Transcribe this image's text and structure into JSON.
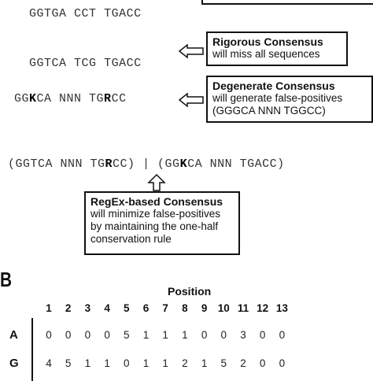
{
  "panel_a": {
    "seq_top": [
      "GGTGA",
      "CCT",
      "TGACC"
    ],
    "seq_rigorous": [
      "GGTCA",
      "TCG",
      "TGACC"
    ],
    "seq_degenerate": [
      {
        "t": "GG"
      },
      {
        "t": "K",
        "b": true
      },
      {
        "t": "CA NNN TG"
      },
      {
        "t": "R",
        "b": true
      },
      {
        "t": "CC"
      }
    ],
    "seq_regex": [
      {
        "t": "(GGTCA NNN TG"
      },
      {
        "t": "R",
        "b": true
      },
      {
        "t": "CC) | (GG"
      },
      {
        "t": "K",
        "b": true
      },
      {
        "t": "CA NNN TGACC)"
      }
    ],
    "rigorous_box": {
      "title": "Rigorous Consensus",
      "line1": "will miss all sequences"
    },
    "degenerate_box": {
      "title": "Degenerate Consensus",
      "line1": "will generate false-positives",
      "line2": "(GGGCA NNN TGGCC)"
    },
    "regex_box": {
      "title": "RegEx-based Consensus",
      "line1": "will minimize false-positives",
      "line2": "by maintaining the one-half",
      "line3": "conservation rule"
    }
  },
  "panel_b": {
    "label": "B",
    "position_label": "Position",
    "positions": [
      "1",
      "2",
      "3",
      "4",
      "5",
      "6",
      "7",
      "8",
      "9",
      "10",
      "11",
      "12",
      "13"
    ],
    "rows": [
      {
        "label": "A",
        "values": [
          "0",
          "0",
          "0",
          "0",
          "5",
          "1",
          "1",
          "1",
          "0",
          "0",
          "3",
          "0",
          "0"
        ]
      },
      {
        "label": "G",
        "values": [
          "4",
          "5",
          "1",
          "1",
          "0",
          "1",
          "1",
          "2",
          "1",
          "5",
          "2",
          "0",
          "0"
        ]
      }
    ]
  }
}
